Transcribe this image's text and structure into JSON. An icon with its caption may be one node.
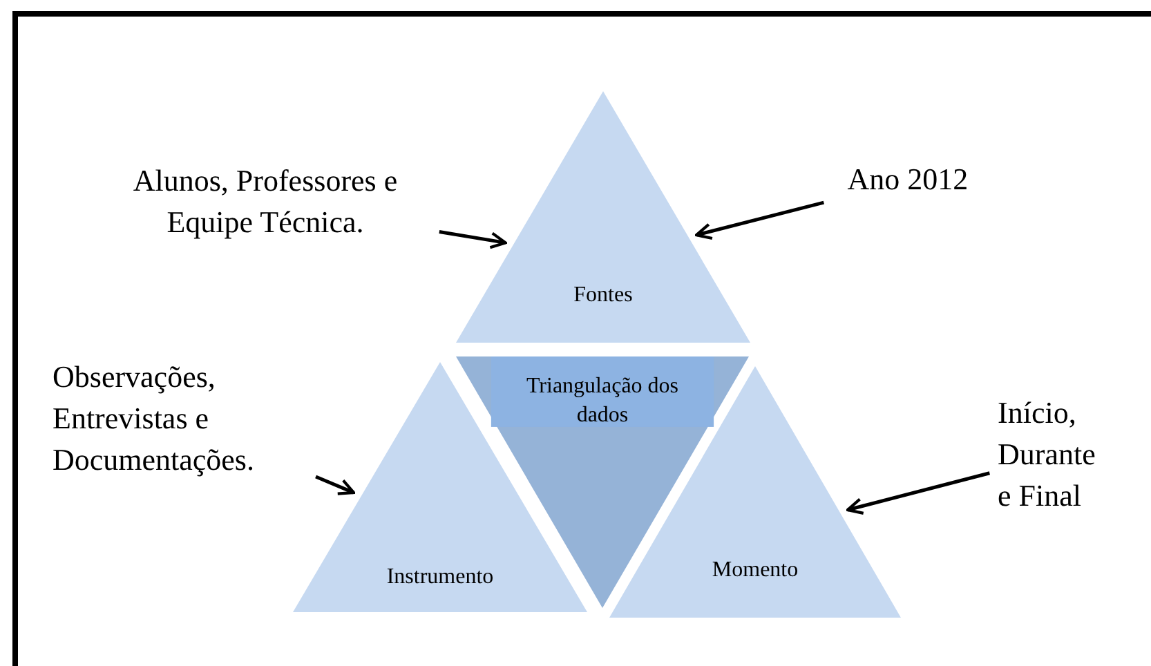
{
  "diagram": {
    "nodes": [
      {
        "text": [
          "Fontes"
        ]
      },
      {
        "text": [
          "Triangulação dos dados"
        ]
      },
      {
        "text": [
          "Instrumento"
        ]
      },
      {
        "text": [
          "Momento"
        ]
      },
      {
        "text": [
          "Alunos, Professores e Equipe Técnica."
        ]
      },
      {
        "text": [
          "Ano 2012"
        ]
      },
      {
        "text": [
          "Observações, Entrevistas e Documentações."
        ]
      },
      {
        "text": [
          "Início, Durante e Final"
        ]
      }
    ],
    "edges": [
      {
        "from": 4,
        "to": 0,
        "arrow": "to"
      },
      {
        "from": 5,
        "to": 0,
        "arrow": "to"
      },
      {
        "from": 6,
        "to": 2,
        "arrow": "to"
      },
      {
        "from": 7,
        "to": 3,
        "arrow": "to"
      }
    ]
  }
}
